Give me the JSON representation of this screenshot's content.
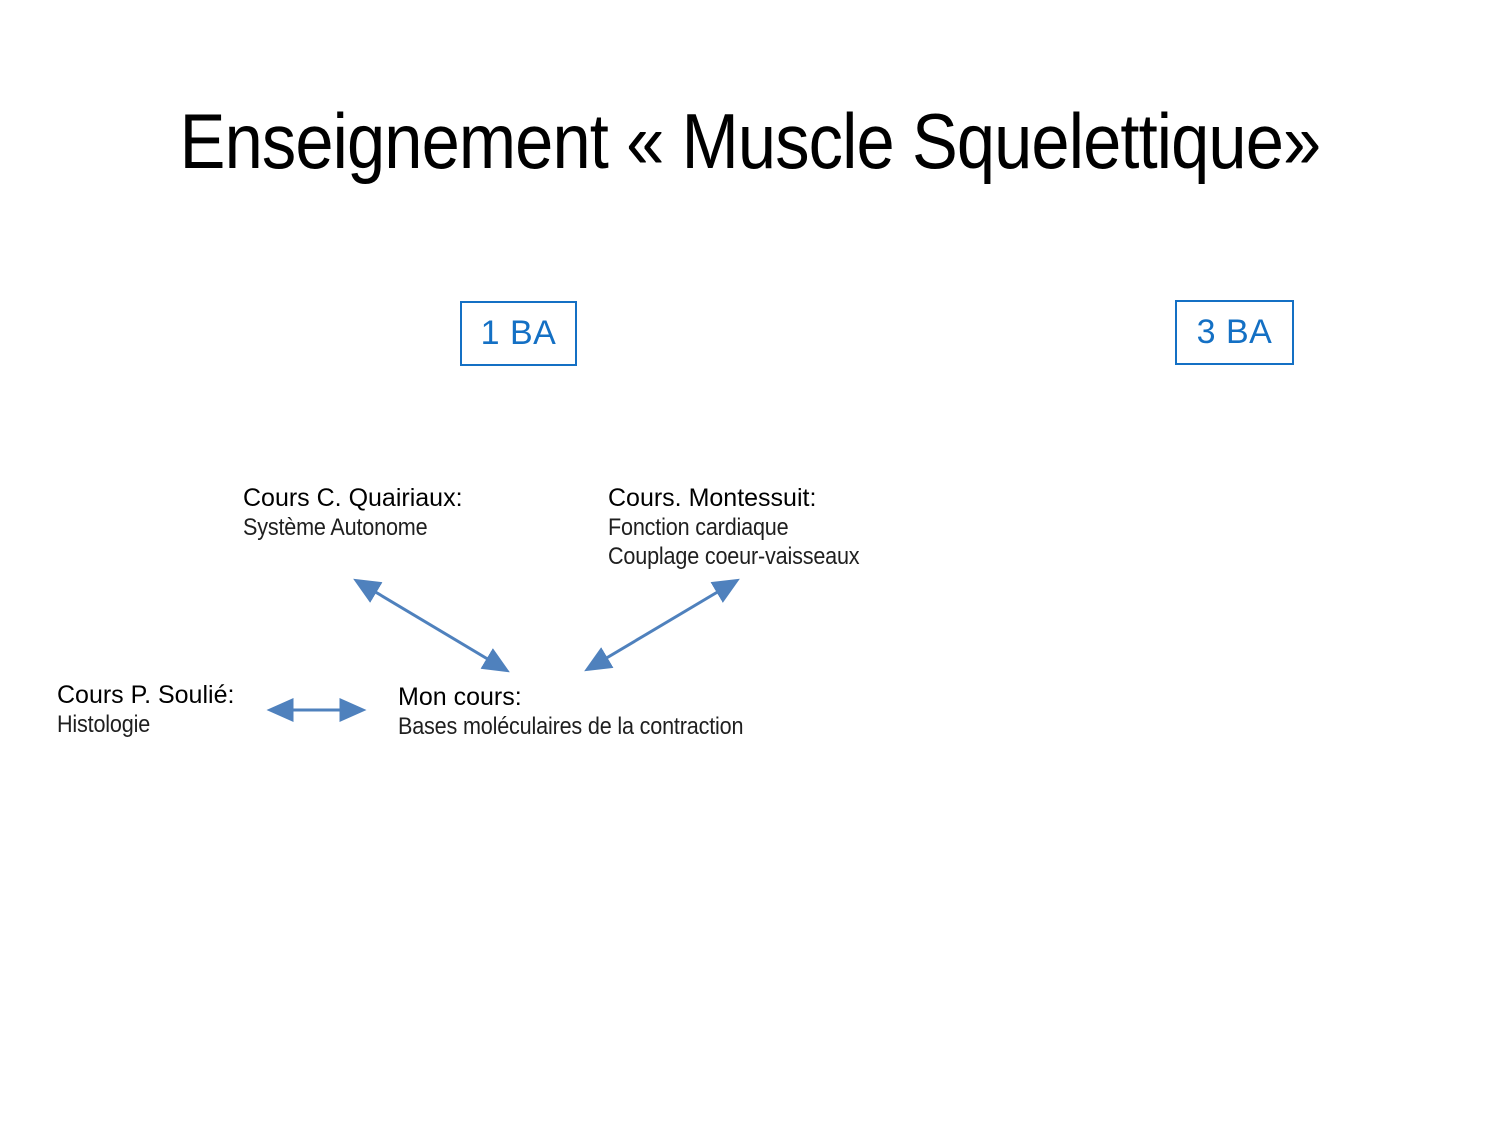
{
  "slide": {
    "title": "Enseignement « Muscle Squelettique»",
    "badges": {
      "ba1": "1 BA",
      "ba3": "3 BA"
    },
    "courses": {
      "quairiaux": {
        "header": "Cours C. Quairiaux:",
        "lines": [
          "Système Autonome"
        ]
      },
      "montessuit": {
        "header": "Cours. Montessuit:",
        "lines": [
          "Fonction cardiaque",
          "Couplage coeur-vaisseaux"
        ]
      },
      "soulie": {
        "header": "Cours P. Soulié:",
        "lines": [
          "Histologie"
        ]
      },
      "moncours": {
        "header": "Mon cours:",
        "lines": [
          "Bases moléculaires de la contraction"
        ]
      }
    },
    "colors": {
      "badge_blue": "#1470c4",
      "arrow_blue": "#4f81bd",
      "title_black": "#000000"
    }
  }
}
